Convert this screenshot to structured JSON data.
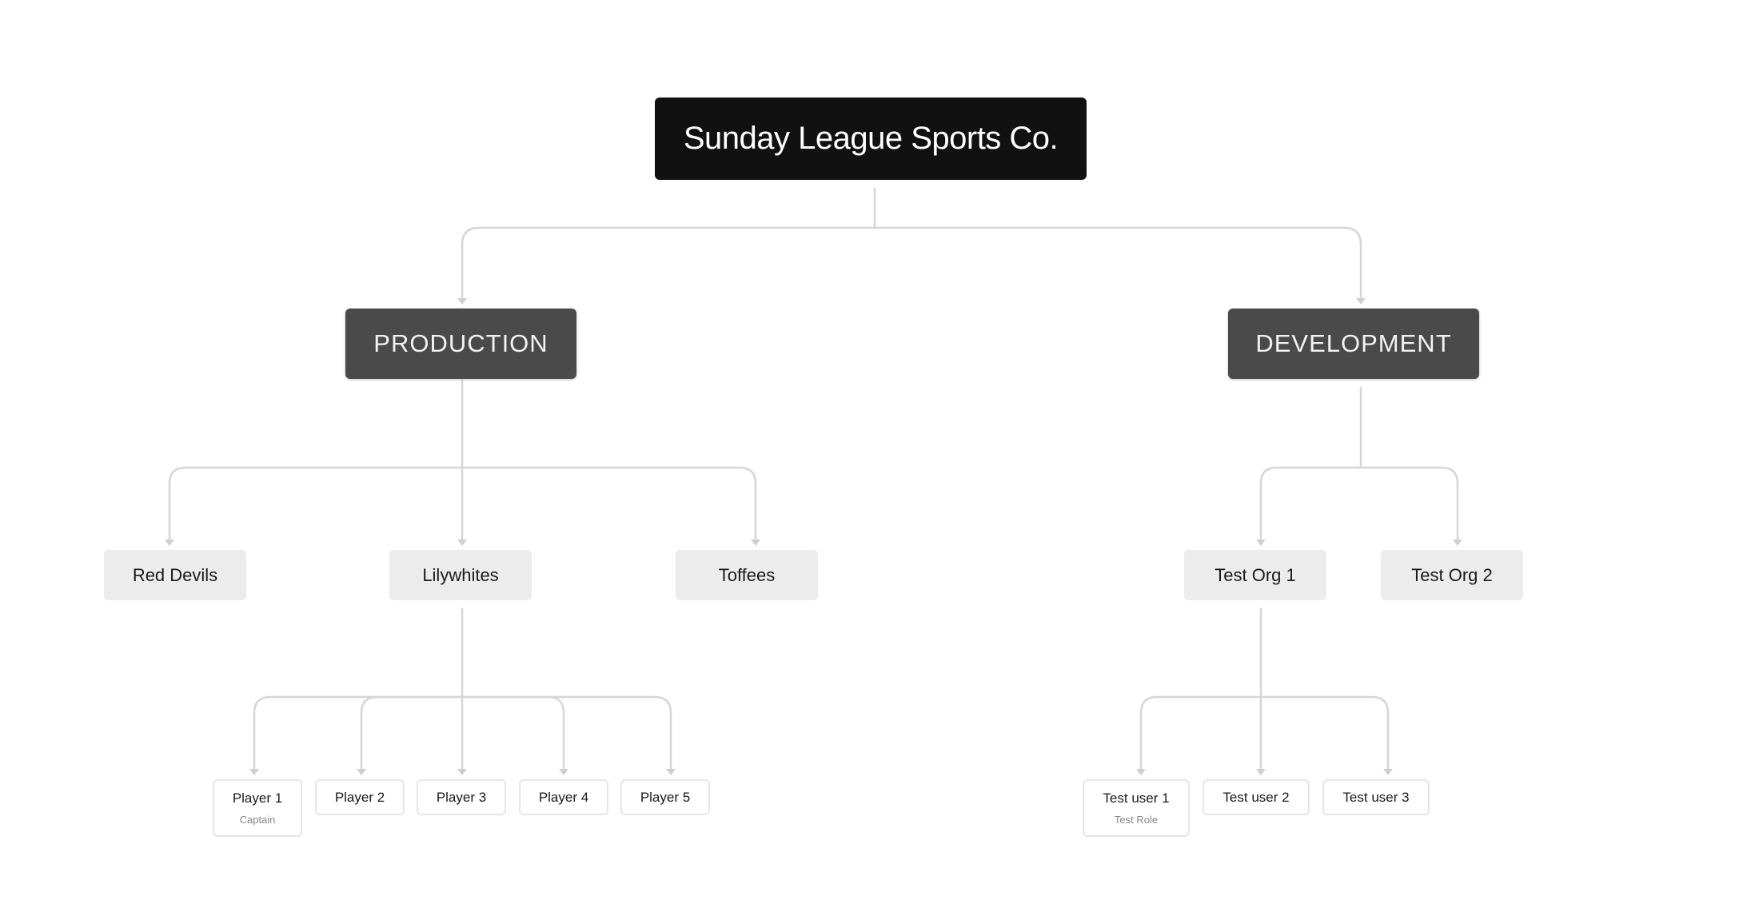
{
  "org": {
    "root": "Sunday League Sports Co.",
    "production": {
      "label": "PRODUCTION",
      "teams": {
        "red_devils": "Red Devils",
        "lilywhites": "Lilywhites",
        "toffees": "Toffees"
      },
      "members": [
        {
          "name": "Player 1",
          "role": "Captain"
        },
        {
          "name": "Player 2"
        },
        {
          "name": "Player 3"
        },
        {
          "name": "Player 4"
        },
        {
          "name": "Player 5"
        }
      ]
    },
    "development": {
      "label": "DEVELOPMENT",
      "teams": {
        "test_org_1": "Test Org 1",
        "test_org_2": "Test Org 2"
      },
      "members": [
        {
          "name": "Test user 1",
          "role": "Test Role"
        },
        {
          "name": "Test user 2"
        },
        {
          "name": "Test user 3"
        }
      ]
    }
  },
  "colors": {
    "root_bg": "#111111",
    "env_bg": "#4a4a4a",
    "team_bg": "#ececec",
    "connector": "#d4d4d4"
  }
}
